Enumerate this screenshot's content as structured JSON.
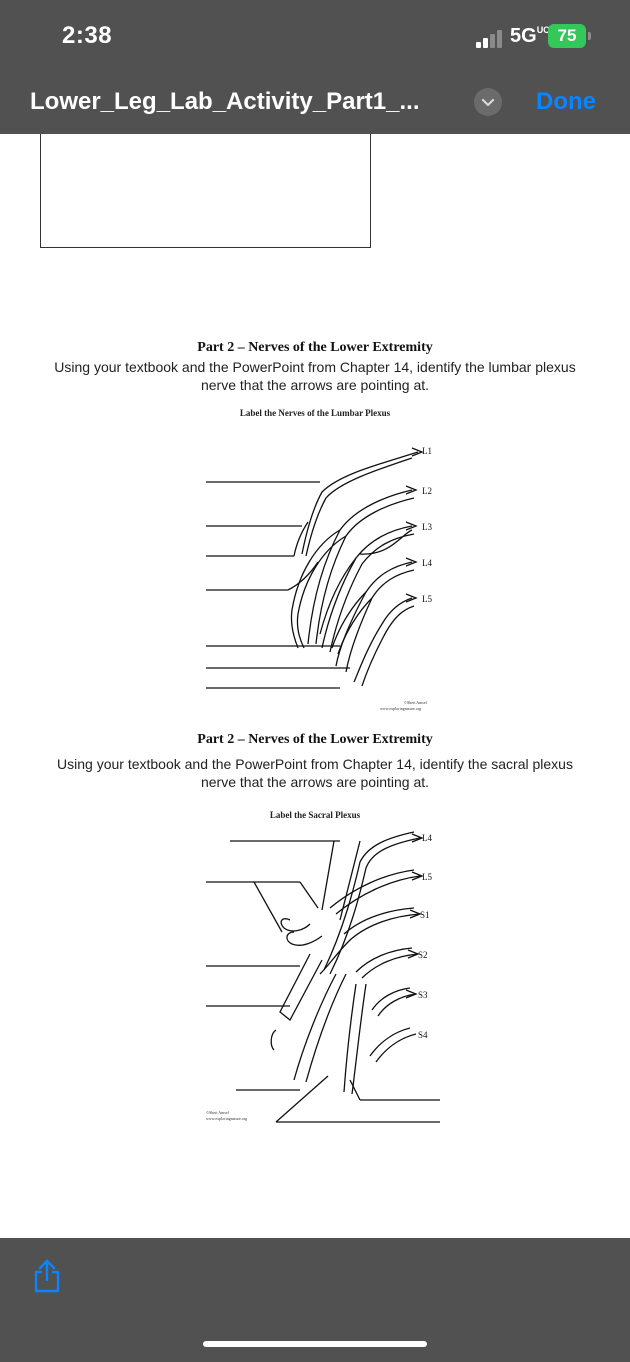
{
  "status_bar": {
    "time": "2:38",
    "network": "5G",
    "network_suffix": "UC",
    "battery": "75"
  },
  "nav": {
    "title": "Lower_Leg_Lab_Activity_Part1_...",
    "done_label": "Done"
  },
  "document": {
    "section1": {
      "heading": "Part 2 – Nerves of the Lower Extremity",
      "instructions": "Using your textbook and the PowerPoint from Chapter 14, identify the lumbar plexus nerve that the arrows are pointing at.",
      "figure_title": "Label the Nerves of the Lumbar Plexus",
      "labels": [
        "L1",
        "L2",
        "L3",
        "L4",
        "L5"
      ],
      "credit_line1": "©Sheri Amsel",
      "credit_line2": "www.exploringnature.org"
    },
    "section2": {
      "heading": "Part 2 – Nerves of the Lower Extremity",
      "instructions": "Using your textbook and the PowerPoint from Chapter 14, identify the sacral plexus nerve that the arrows are pointing at.",
      "figure_title": "Label the Sacral Plexus",
      "labels": [
        "L4",
        "L5",
        "S1",
        "S2",
        "S3",
        "S4"
      ],
      "credit_line1": "©Sheri Amsel",
      "credit_line2": "www.exploringnature.org"
    }
  },
  "icons": {
    "share": "share-icon",
    "chevron": "chevron-down-icon"
  }
}
